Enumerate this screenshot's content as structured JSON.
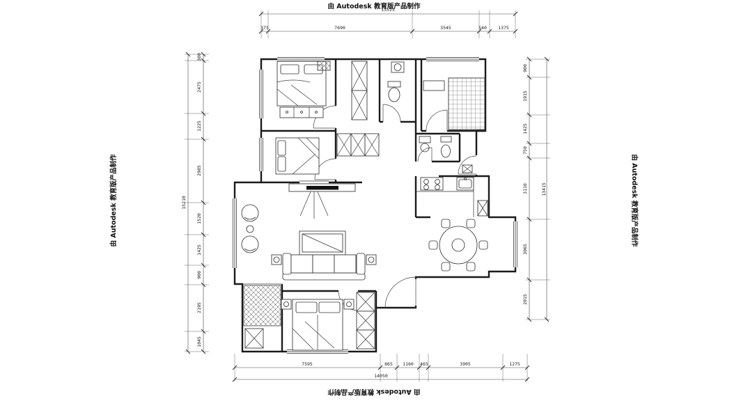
{
  "watermark": {
    "text": "由 Autodesk 教育版产品制作"
  },
  "colors": {
    "line": "#1a1a1a",
    "background": "#ffffff"
  },
  "dimensions": {
    "top": {
      "overall": "13525",
      "segments": [
        "375",
        "7690",
        "3545",
        "540",
        "1375"
      ]
    },
    "bottom": {
      "overall": "14050",
      "segments": [
        "7595",
        "865",
        "1160",
        "465",
        "3905",
        "1275"
      ]
    },
    "left": {
      "overall": "15210",
      "segments": [
        "300",
        "2475",
        "1225",
        "2985",
        "1520",
        "1425",
        "900",
        "2195",
        "1045"
      ]
    },
    "right": {
      "overall": "13415",
      "segments": [
        "900",
        "1915",
        "1425",
        "750",
        "3110",
        "3065",
        "2015"
      ]
    }
  }
}
